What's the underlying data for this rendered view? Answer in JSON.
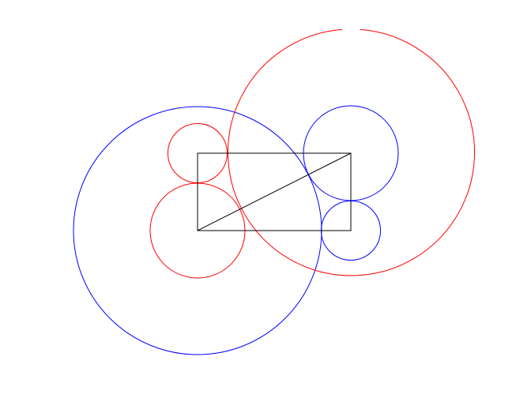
{
  "colors": {
    "background": "#ffffff",
    "rectangle": "#000000",
    "diagonal": "#000000",
    "red": "#ff0000",
    "blue": "#0000ff"
  },
  "shapes": {
    "rectangle": {
      "label": ""
    },
    "diagonal": {
      "label": ""
    },
    "circles": [
      {
        "id": "large-blue",
        "color": "blue"
      },
      {
        "id": "large-red",
        "color": "red",
        "has_gap_at_top": true
      },
      {
        "id": "small-red-top-left",
        "color": "red"
      },
      {
        "id": "medium-red-bottom-left",
        "color": "red"
      },
      {
        "id": "medium-blue-top-right",
        "color": "blue"
      },
      {
        "id": "small-blue-bottom-right",
        "color": "blue"
      }
    ]
  }
}
